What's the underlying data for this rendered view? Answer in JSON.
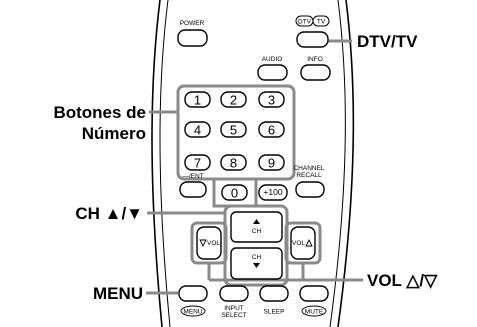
{
  "remote": {
    "power_label": "POWER",
    "dtv_label": "DTV",
    "tv_label": "TV",
    "audio_label": "AUDIO",
    "info_label": "INFO",
    "digits": [
      "1",
      "2",
      "3",
      "4",
      "5",
      "6",
      "7",
      "8",
      "9",
      "0"
    ],
    "ent_label": "—/ENT",
    "plus100_label": "+100",
    "channel_label": "CHANNEL",
    "recall_label": "RECALL",
    "ch_up_label": "CH",
    "ch_down_label": "CH",
    "vol_down_label": "VOL",
    "vol_up_label": "VOL",
    "menu_label": "MENU",
    "input_label": "INPUT",
    "select_label": "SELECT",
    "sleep_label": "SLEEP",
    "mute_label": "MUTE"
  },
  "callouts": {
    "dtv_tv": "DTV/TV",
    "number_line1": "Botones de",
    "number_line2": "Número",
    "ch": "CH ▲/▼",
    "menu": "MENU",
    "vol": "VOL △/▽"
  },
  "colors": {
    "highlight_gray": "#8a8a8a",
    "outline": "#000000",
    "background": "#ffffff"
  },
  "icons": [
    "up-triangle-icon",
    "down-triangle-icon",
    "vol-down-triangle-icon",
    "vol-up-triangle-icon"
  ]
}
